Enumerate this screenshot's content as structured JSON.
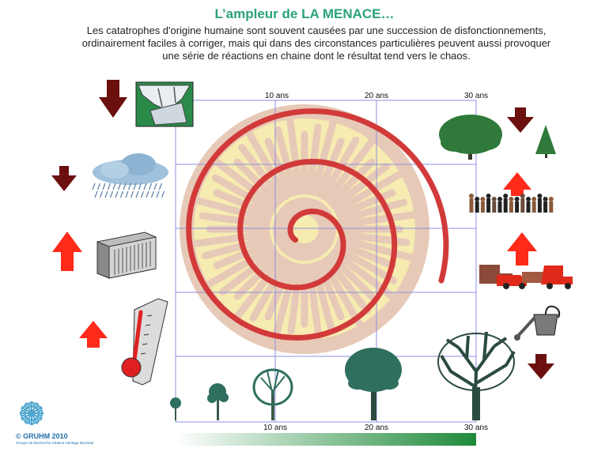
{
  "title": "L’ampleur de LA MENACE…",
  "description": [
    "Les catatrophes d'origine humaine sont souvent causées par une succession de disfonctionnements,",
    "ordinairement faciles à corriger, mais qui dans des circonstances particulières peuvent aussi provoquer",
    "une série de réactions en chaine dont le résultat tend vers le chaos."
  ],
  "axis_top": [
    "10 ans",
    "20 ans",
    "30 ans"
  ],
  "axis_bottom": [
    "10 ans",
    "20 ans",
    "30 ans"
  ],
  "copyright": "© GRUHM 2010",
  "org": "Groupe de Recherche Urbaine Héritage Montréal",
  "left_indicators": [
    {
      "icon": "glacier-icon",
      "trend": "down"
    },
    {
      "icon": "rain-cloud-icon",
      "trend": "down"
    },
    {
      "icon": "air-conditioner-icon",
      "trend": "up"
    },
    {
      "icon": "thermometer-icon",
      "trend": "up"
    }
  ],
  "right_indicators": [
    {
      "icon": "forest-icon",
      "trend": "down"
    },
    {
      "icon": "population-icon",
      "trend": "up"
    },
    {
      "icon": "vehicles-icon",
      "trend": "up"
    },
    {
      "icon": "watering-can-icon",
      "trend": "down"
    }
  ],
  "colors": {
    "title": "#2aa37a",
    "spiral": "#d23a3a",
    "arrow_up": "#ff2a1a",
    "arrow_down": "#6b0f0f",
    "grid": "#8f8fe0",
    "timeline": "#1f8a3a"
  }
}
